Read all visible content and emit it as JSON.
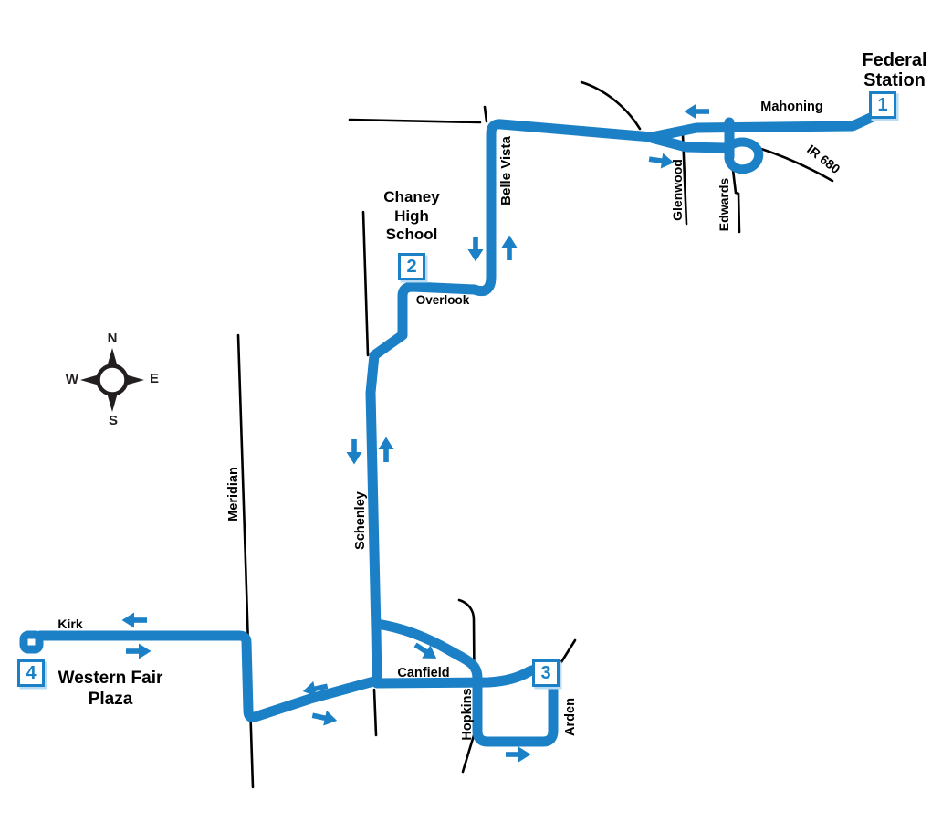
{
  "colors": {
    "route_blue": "#1b80c5",
    "road_black": "#000000",
    "stop_box_shadow": "#b9dcf4",
    "background": "#ffffff"
  },
  "compass": {
    "north": "N",
    "south": "S",
    "east": "E",
    "west": "W"
  },
  "landmarks": {
    "federal_station": {
      "line1": "Federal",
      "line2": "Station"
    },
    "chaney_high_school": {
      "line1": "Chaney",
      "line2": "High",
      "line3": "School"
    },
    "western_fair_plaza": {
      "line1": "Western Fair",
      "line2": "Plaza"
    }
  },
  "stops": {
    "stop1": "1",
    "stop2": "2",
    "stop3": "3",
    "stop4": "4"
  },
  "streets": {
    "mahoning": "Mahoning",
    "ir680": "IR 680",
    "glenwood": "Glenwood",
    "edwards": "Edwards",
    "belle_vista": "Belle Vista",
    "overlook": "Overlook",
    "schenley": "Schenley",
    "meridian": "Meridian",
    "kirk": "Kirk",
    "canfield": "Canfield",
    "hopkins": "Hopkins",
    "arden": "Arden"
  }
}
